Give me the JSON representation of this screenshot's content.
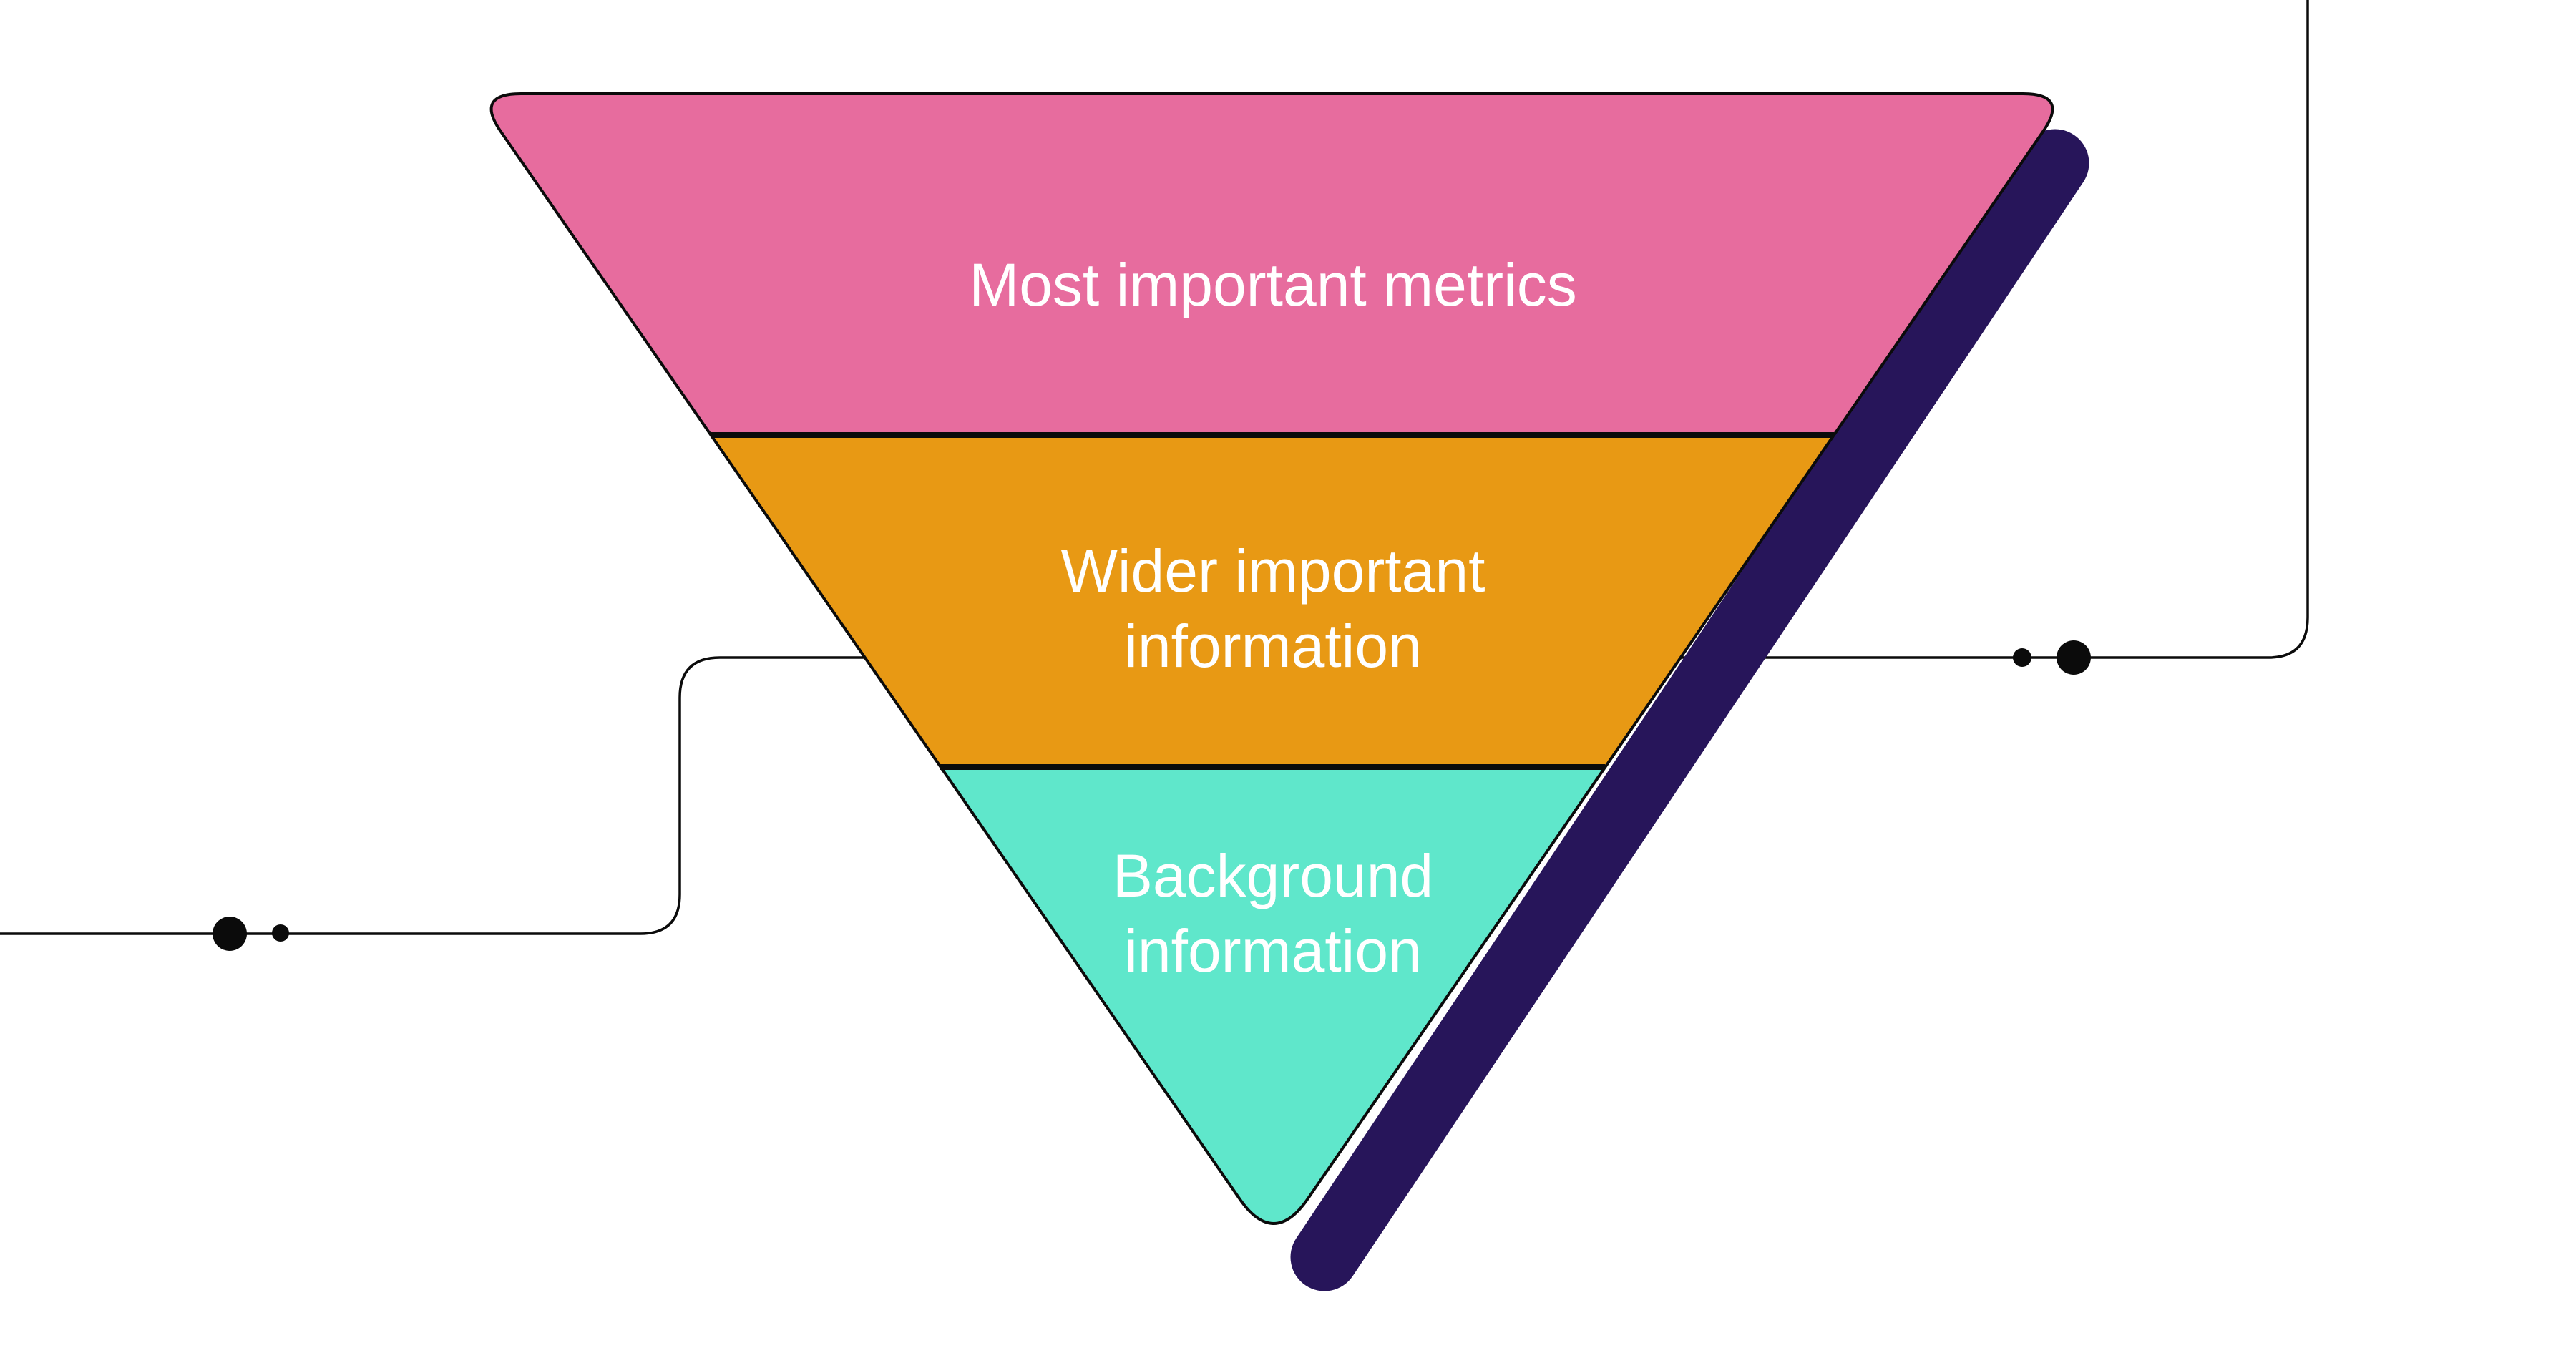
{
  "illustration": {
    "background_color": "#FFFFFF",
    "outline_color": "#0B0B0B",
    "text_color": "#FFFFFF",
    "shadow_color": "#27155A",
    "tiers": [
      {
        "name": "most-important-metrics",
        "color": "#E76C9E",
        "lines": [
          "Most important metrics"
        ]
      },
      {
        "name": "wider-important-information",
        "color": "#E89914",
        "lines": [
          "Wider important",
          "information"
        ]
      },
      {
        "name": "background-information",
        "color": "#5FE7CB",
        "lines": [
          "Background",
          "information"
        ]
      }
    ],
    "decor": {
      "line_color": "#0B0B0B"
    }
  }
}
